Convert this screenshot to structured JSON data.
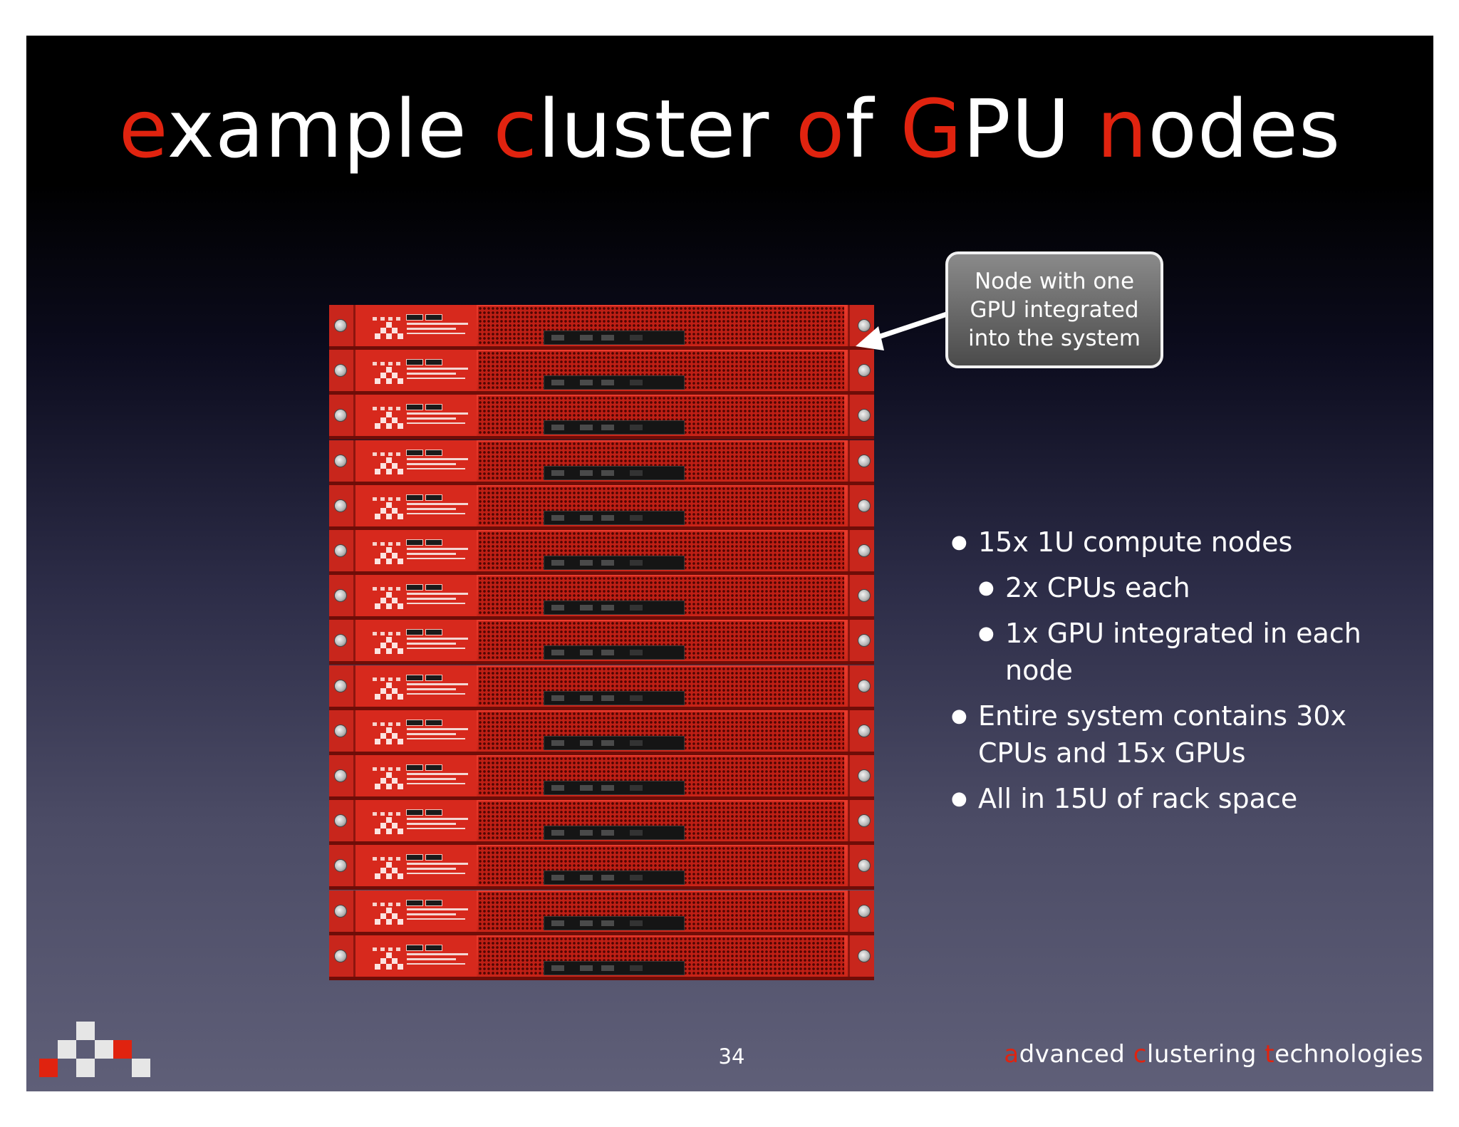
{
  "slide": {
    "title": {
      "segments": [
        {
          "accent": "e",
          "rest": "xample "
        },
        {
          "accent": "c",
          "rest": "luster "
        },
        {
          "accent": "o",
          "rest": "f "
        },
        {
          "accent": "G",
          "rest": "PU "
        },
        {
          "accent": "n",
          "rest": "odes"
        }
      ]
    },
    "callout_text": "Node with one GPU integrated into the system",
    "bullets": [
      {
        "level": 1,
        "text": "15x 1U compute nodes"
      },
      {
        "level": 2,
        "text": "2x CPUs each"
      },
      {
        "level": 2,
        "text": "1x GPU integrated in each node"
      },
      {
        "level": 1,
        "text": "Entire system contains 30x CPUs and 15x GPUs"
      },
      {
        "level": 1,
        "text": "All in 15U of rack space"
      }
    ],
    "rack_unit_count": 15,
    "page_number": "34",
    "footer_brand": {
      "segments": [
        {
          "accent": "a",
          "rest": "dvanced "
        },
        {
          "accent": "c",
          "rest": "lustering "
        },
        {
          "accent": "t",
          "rest": "echnologies"
        }
      ]
    },
    "colors": {
      "accent": "#e0230f",
      "server_red": "#d7291d",
      "text": "#ffffff"
    }
  }
}
